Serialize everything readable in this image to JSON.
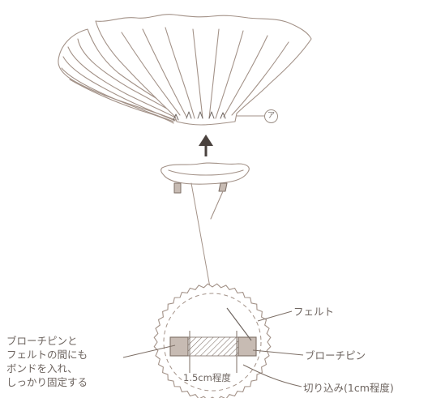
{
  "labels": {
    "marker": "ア",
    "felt": "フェルト",
    "brooch_pin_right": "ブローチピン",
    "cut": "切り込み(1cm程度)",
    "width_note": "1.5cm程度",
    "instruction_lines": [
      "ブローチピンと",
      "フェルトの間にも",
      "ボンドを入れ、",
      "しっかり固定する"
    ]
  },
  "colors": {
    "line": "#a39288",
    "dark_line": "#6e6560",
    "pin_fill": "#c7bbb3",
    "pin_stroke": "#7d6f66",
    "text": "#6e6560"
  }
}
